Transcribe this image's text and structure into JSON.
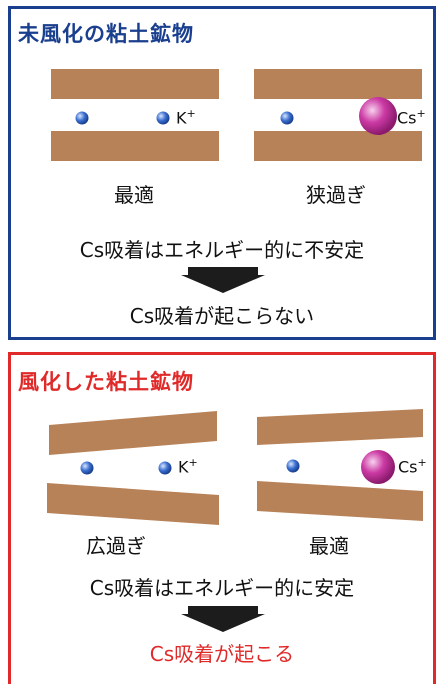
{
  "top_panel": {
    "title": "未風化の粘土鉱物",
    "k_ion_label": "K",
    "k_ion_charge": "+",
    "cs_ion_label": "Cs",
    "cs_ion_charge": "+",
    "left_caption": "最適",
    "right_caption": "狭過ぎ",
    "statement": "Cs吸着はエネルギー的に不安定",
    "result": "Cs吸着が起こらない",
    "border_color": "#1a3f8f"
  },
  "bottom_panel": {
    "title": "風化した粘土鉱物",
    "k_ion_label": "K",
    "k_ion_charge": "+",
    "cs_ion_label": "Cs",
    "cs_ion_charge": "+",
    "left_caption": "広過ぎ",
    "right_caption": "最適",
    "statement": "Cs吸着はエネルギー的に安定",
    "result": "Cs吸着が起こる",
    "border_color": "#e02a2a"
  },
  "colors": {
    "clay_layer": "#b88258",
    "k_ion": "#2f5fc0",
    "cs_ion": "#c0309a",
    "result_highlight": "#e02a2a"
  },
  "icons": [
    "down-arrow-icon",
    "k-ion-sphere-icon",
    "cs-ion-sphere-icon"
  ]
}
